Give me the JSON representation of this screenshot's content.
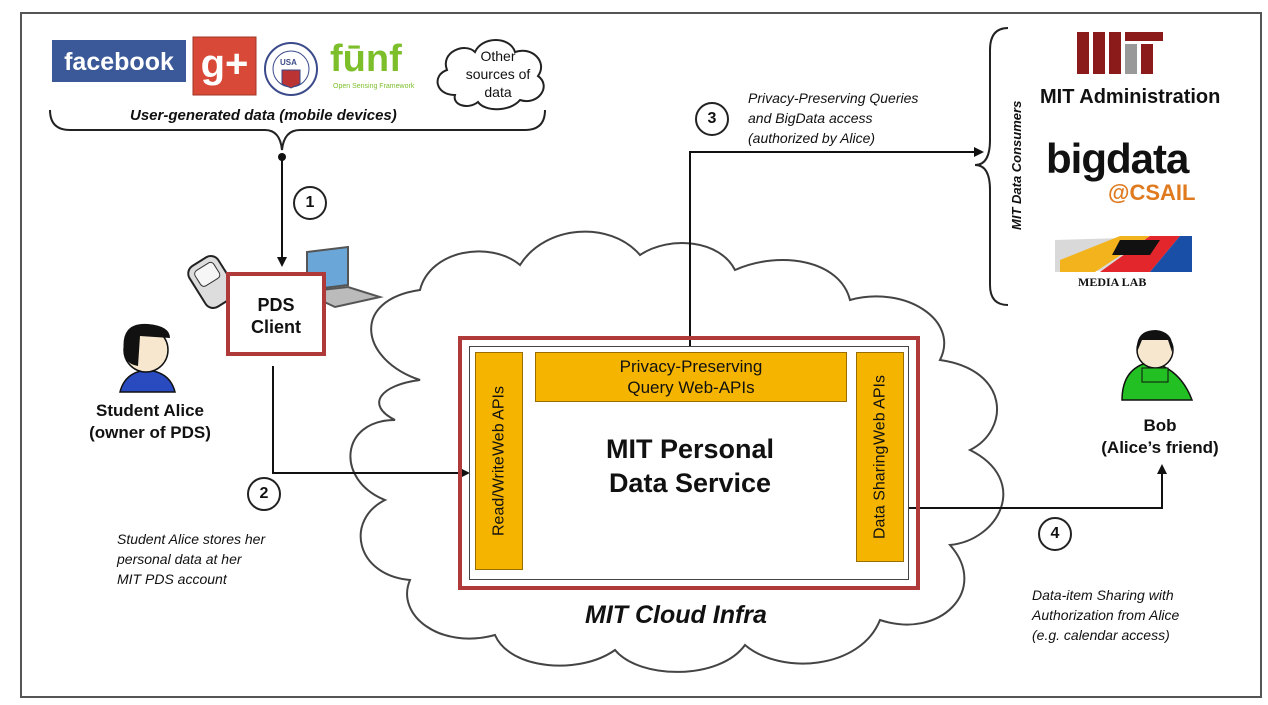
{
  "sources": {
    "facebook_logo": "facebook",
    "gplus_logo": "g+",
    "ssa_logo": "USA",
    "funf_logo": "fūnf",
    "funf_sub": "Open Sensing Framework",
    "other_sources": [
      "Other",
      "sources of",
      "data"
    ],
    "caption": "User-generated data (mobile devices)"
  },
  "steps": {
    "one": "1",
    "two": "2",
    "three": "3",
    "four": "4"
  },
  "pds_client": [
    "PDS",
    "Client"
  ],
  "alice": [
    "Student Alice",
    "(owner of PDS)"
  ],
  "alice_note": [
    "Student Alice stores her",
    "personal data at her",
    "MIT PDS account"
  ],
  "query_note": [
    "Privacy-Preserving Queries",
    "and BigData access",
    "(authorized by Alice)"
  ],
  "consumers": {
    "bracket_label": "MIT Data Consumers",
    "mit_admin": "MIT Administration",
    "bigdata": "bigdata",
    "csail": "@CSAIL",
    "media_lab": "MEDIA LAB"
  },
  "bob": [
    "Bob",
    "(Alice’s friend)"
  ],
  "sharing_note": [
    "Data-item Sharing with",
    "Authorization from Alice",
    "(e.g. calendar access)"
  ],
  "service": {
    "query_api": [
      "Privacy-Preserving",
      "Query Web-APIs"
    ],
    "rw_api": [
      "Read/Write",
      "Web APIs"
    ],
    "share_api": [
      "Data Sharing",
      "Web APIs"
    ],
    "title": [
      "MIT Personal",
      "Data Service"
    ],
    "cloud_label": "MIT Cloud Infra"
  },
  "colors": {
    "api_fill": "#f5b400",
    "box_border": "#b03a3a",
    "bob_green": "#22c022"
  }
}
